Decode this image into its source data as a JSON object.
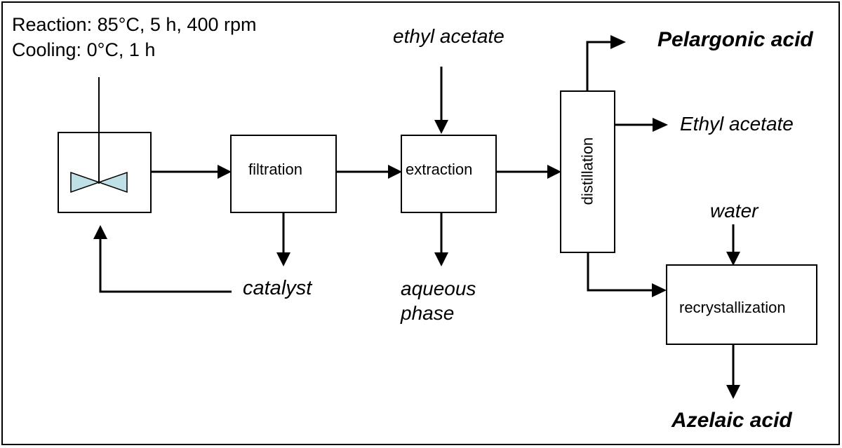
{
  "conditions": {
    "reaction": "Reaction: 85°C, 5 h, 400 rpm",
    "cooling": "Cooling: 0°C, 1 h"
  },
  "units": {
    "reactor": "",
    "filtration": "filtration",
    "extraction": "extraction",
    "distillation": "distillation",
    "recrystallization": "recrystallization"
  },
  "streams": {
    "ethyl_acetate_in": "ethyl acetate",
    "catalyst": "catalyst",
    "aqueous_line1": "aqueous",
    "aqueous_line2": "phase",
    "ethyl_acetate_out": "Ethyl acetate",
    "water": "water"
  },
  "products": {
    "pelargonic": "Pelargonic acid",
    "azelaic": "Azelaic acid"
  },
  "colors": {
    "stirrer_fill": "#bfe0e6",
    "line": "#000000",
    "background": "#ffffff"
  }
}
